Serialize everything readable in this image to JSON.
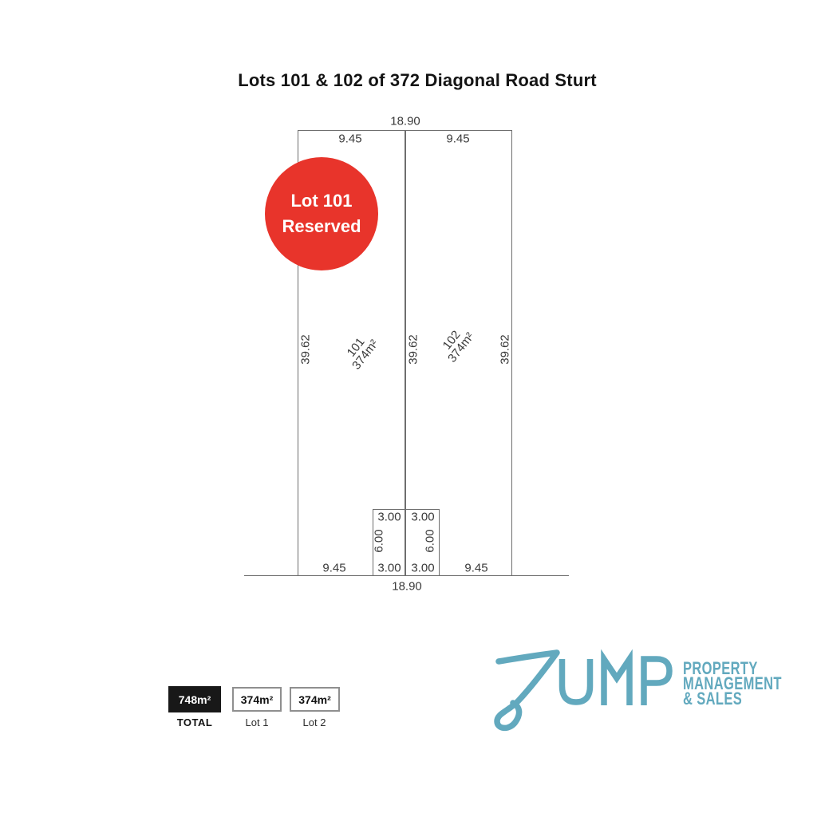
{
  "title": "Lots 101 & 102 of 372 Diagonal Road Sturt",
  "plan": {
    "top_total": "18.90",
    "top_lot1": "9.45",
    "top_lot2": "9.45",
    "side_left": "39.62",
    "side_middle": "39.62",
    "side_right": "39.62",
    "lot101": {
      "number": "101",
      "area": "374m²"
    },
    "lot102": {
      "number": "102",
      "area": "374m²"
    },
    "easement": {
      "top_left": "3.00",
      "top_right": "3.00",
      "side_left": "6.00",
      "side_right": "6.00",
      "bottom_left": "3.00",
      "bottom_right": "3.00"
    },
    "bottom_lot1": "9.45",
    "bottom_lot2": "9.45",
    "bottom_total": "18.90",
    "badge": {
      "line1": "Lot 101",
      "line2": "Reserved",
      "color": "#e8342b"
    }
  },
  "legend": {
    "total": {
      "value": "748m²",
      "label": "TOTAL"
    },
    "lot1": {
      "value": "374m²",
      "label": "Lot 1"
    },
    "lot2": {
      "value": "374m²",
      "label": "Lot 2"
    }
  },
  "logo": {
    "brand": "JUMP",
    "tagline1": "PROPERTY",
    "tagline2": "MANAGEMENT",
    "tagline3": "& SALES",
    "color": "#62a9be"
  }
}
